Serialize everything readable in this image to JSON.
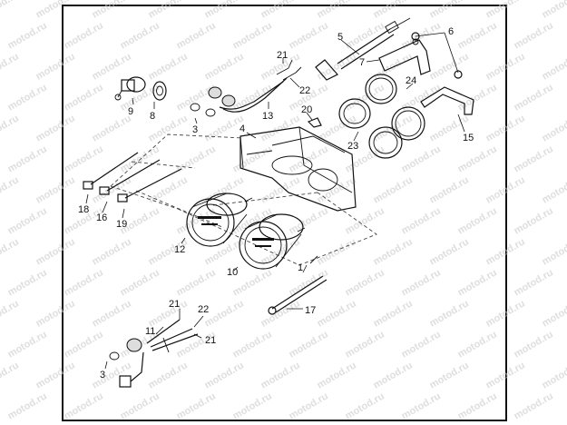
{
  "watermark": "motod.ru",
  "labels": {
    "l1": "1",
    "l3a": "3",
    "l3b": "3",
    "l4": "4",
    "l5": "5",
    "l6": "6",
    "l7": "7",
    "l8": "8",
    "l9": "9",
    "l10": "10",
    "l11": "11",
    "l12": "12",
    "l13": "13",
    "l15": "15",
    "l16": "16",
    "l17": "17",
    "l18": "18",
    "l19": "19",
    "l20": "20",
    "l21a": "21",
    "l21b": "21",
    "l21c": "21",
    "l22a": "22",
    "l22b": "22",
    "l23": "23",
    "l24": "24"
  }
}
